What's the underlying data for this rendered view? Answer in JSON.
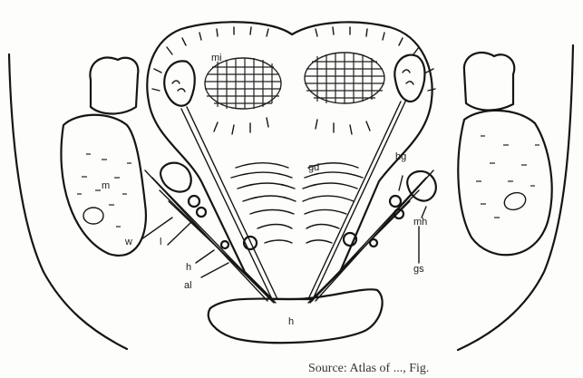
{
  "labels": {
    "mi": "mi",
    "gd": "gd",
    "hg": "hg",
    "m": "m",
    "w": "w",
    "l": "l",
    "h_small": "h",
    "al": "al",
    "h_center": "h",
    "mh": "mh",
    "gs": "gs"
  },
  "caption": "Source: Atlas of ..., Fig."
}
